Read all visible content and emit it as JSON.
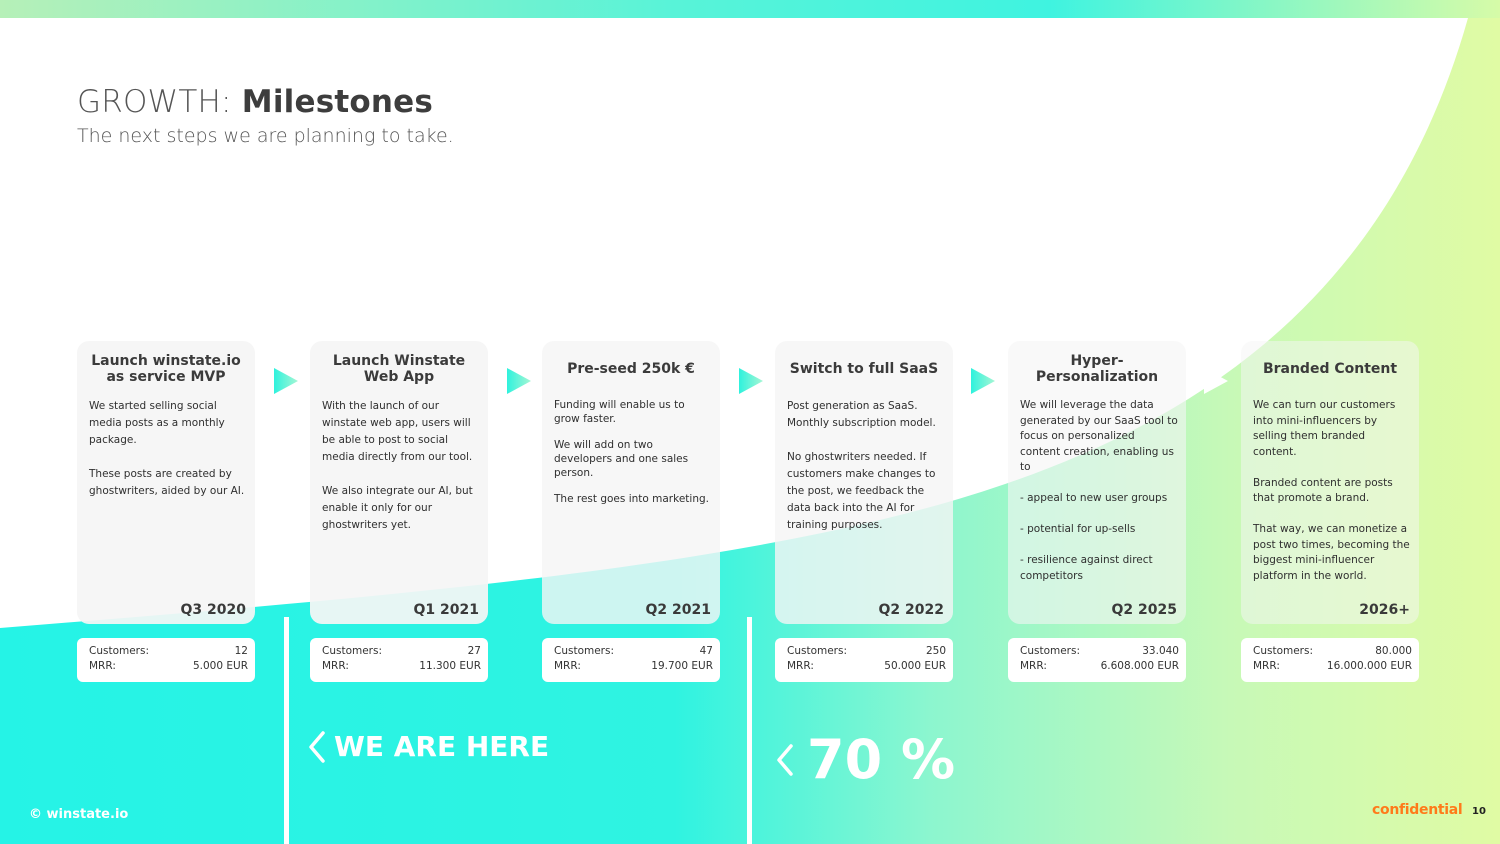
{
  "header": {
    "title_prefix": "GROWTH:",
    "title_main": "Milestones",
    "subtitle": "The next steps we are planning to take."
  },
  "milestones": [
    {
      "title": "Launch winstate.io as service MVP",
      "body": [
        "We started selling social media posts as a monthly package.",
        "These posts are created by ghostwriters, aided by our AI."
      ],
      "date": "Q3 2020",
      "customers_label": "Customers:",
      "customers": "12",
      "mrr_label": "MRR:",
      "mrr": "5.000 EUR"
    },
    {
      "title": "Launch Winstate Web App",
      "body": [
        "With the launch of our winstate web app, users will be able to post to social media directly from our tool.",
        "We also integrate our AI, but enable it only for our ghostwriters yet."
      ],
      "date": "Q1 2021",
      "customers_label": "Customers:",
      "customers": "27",
      "mrr_label": "MRR:",
      "mrr": "11.300 EUR"
    },
    {
      "title": "Pre-seed 250k €",
      "body": [
        "Funding will enable us to grow faster.",
        "We will add on two developers and one sales person.",
        "The rest goes into marketing."
      ],
      "date": "Q2 2021",
      "customers_label": "Customers:",
      "customers": "47",
      "mrr_label": "MRR:",
      "mrr": "19.700 EUR"
    },
    {
      "title": "Switch to full SaaS",
      "body": [
        "Post generation as SaaS. Monthly subscription model.",
        "No ghostwriters needed. If customers make changes to the post, we feedback the data back into the AI for training purposes."
      ],
      "date": "Q2 2022",
      "customers_label": "Customers:",
      "customers": "250",
      "mrr_label": "MRR:",
      "mrr": "50.000 EUR"
    },
    {
      "title": "Hyper-Personalization",
      "body": [
        "We will leverage the data generated by our SaaS tool to focus on personalized content creation, enabling us to",
        "- appeal to new user groups",
        "- potential for up-sells",
        "- resilience against direct competitors"
      ],
      "date": "Q2 2025",
      "customers_label": "Customers:",
      "customers": "33.040",
      "mrr_label": "MRR:",
      "mrr": "6.608.000 EUR"
    },
    {
      "title": "Branded Content",
      "body": [
        "We can turn our customers into mini-influencers by selling them branded content.",
        "Branded content are posts that promote a brand.",
        "That way, we can monetize a post two times, becoming the biggest mini-influencer platform in the world."
      ],
      "date": "2026+",
      "customers_label": "Customers:",
      "customers": "80.000",
      "mrr_label": "MRR:",
      "mrr": "16.000.000 EUR"
    }
  ],
  "markers": {
    "we_are_here": "WE ARE HERE",
    "percent": "70 %"
  },
  "footer": {
    "copyright": "© winstate.io",
    "confidential": "confidential",
    "page_number": "10"
  },
  "colors": {
    "accent_cyan": "#2ff2e4",
    "accent_lime": "#dcfba6",
    "confidential_orange": "#ff7a1a"
  }
}
